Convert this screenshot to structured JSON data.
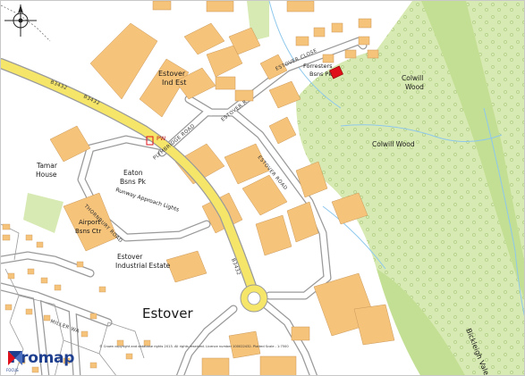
{
  "labels": {
    "estover": "Estover",
    "estover_industrial_estate_1": "Estover",
    "estover_industrial_estate_2": "Industrial Estate",
    "estover_ind_est_1": "Estover",
    "estover_ind_est_2": "Ind Est",
    "forresters_1": "Forresters",
    "forresters_2": "Bsns Pk",
    "colwill_wood_1": "Colwill",
    "colwill_wood_2": "Wood",
    "colwill_wood_b": "Colwill Wood",
    "eaton_1": "Eaton",
    "eaton_2": "Bsns Pk",
    "tamar_1": "Tamar",
    "tamar_2": "House",
    "airport_1": "Airport",
    "airport_2": "Bsns Ctr",
    "pw": "PW",
    "runway": "Runway Approach Lights",
    "bickleigh": "Bickleigh Vale"
  },
  "roads": {
    "b3432_a": "B3432",
    "b3432_b": "B3432",
    "b3432_c": "B3432",
    "plymbridge": "PLYMBRIDGE ROAD",
    "estover_close": "ESTOVER CLOSE",
    "estover_road": "ESTOVER ROAD",
    "estover_rd2": "ESTOVER R",
    "thornbury": "THORNBURY ROAD",
    "miller_way": "MILLER WA"
  },
  "footer": {
    "copyright": "© Crown copyright and database rights 2013. All rights reserved. Licence number 100022432. Plotted Scale - 1:7500",
    "brand": "Promap",
    "brand_small": "FOCUS"
  },
  "colors": {
    "building": "#f6c37a",
    "building_stroke": "#c9985a",
    "road_major": "#f5e66a",
    "road_stroke": "#9a9a9a",
    "woodland": "#d8eab3",
    "woodland_dark": "#c3df93",
    "water": "#8ec8ec",
    "highlight": "#e0101a",
    "brand": "#1f3f8f"
  }
}
